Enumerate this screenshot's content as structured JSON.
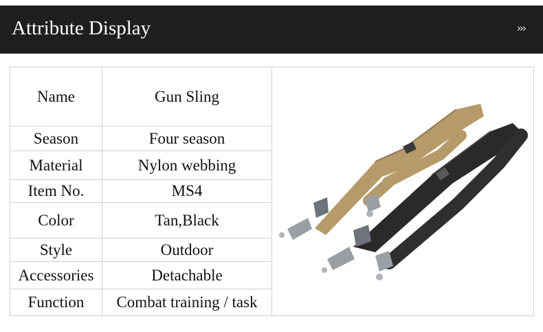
{
  "header": {
    "title": "Attribute Display",
    "chevron": "›››"
  },
  "attributes": [
    {
      "key": "Name",
      "value": "Gun Sling"
    },
    {
      "key": "Season",
      "value": "Four season"
    },
    {
      "key": "Material",
      "value": "Nylon webbing"
    },
    {
      "key": "Item No.",
      "value": "MS4"
    },
    {
      "key": "Color",
      "value": "Tan,Black"
    },
    {
      "key": "Style",
      "value": "Outdoor"
    },
    {
      "key": "Accessories",
      "value": "Detachable"
    },
    {
      "key": "Function",
      "value": "Combat training / task"
    }
  ],
  "product_image": {
    "icon": "gun-sling-photo",
    "colors": {
      "tan": "#b69a6a",
      "black": "#2a2a2a",
      "metal": "#8a8f96"
    }
  }
}
